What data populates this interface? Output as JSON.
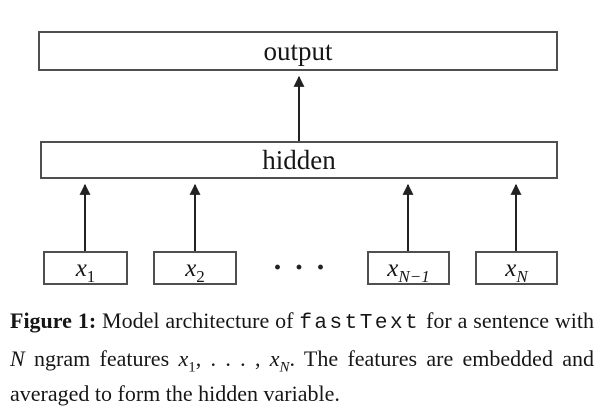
{
  "colors": {
    "background": "#ffffff",
    "box-border": "#4f4f4f",
    "arrow": "#222222",
    "text": "#161616"
  },
  "diagram": {
    "output_label": "output",
    "hidden_label": "hidden",
    "ellipsis": "· · ·",
    "inputs": [
      {
        "base": "x",
        "sub": "1"
      },
      {
        "base": "x",
        "sub": "2"
      },
      {
        "base": "x",
        "sub": "N−1"
      },
      {
        "base": "x",
        "sub": "N"
      }
    ]
  },
  "caption": {
    "label": "Figure 1:",
    "after_label": " Model architecture of ",
    "code": "fastText",
    "line1_end": " for a sentence with",
    "math_N": "N",
    "line2_a": " ngram features ",
    "math_x": "x",
    "sub_1": "1",
    "dots": ", . . . , ",
    "sub_N": "N",
    "line2_end": ". The features are embedded and",
    "line3": "averaged to form the hidden variable."
  }
}
